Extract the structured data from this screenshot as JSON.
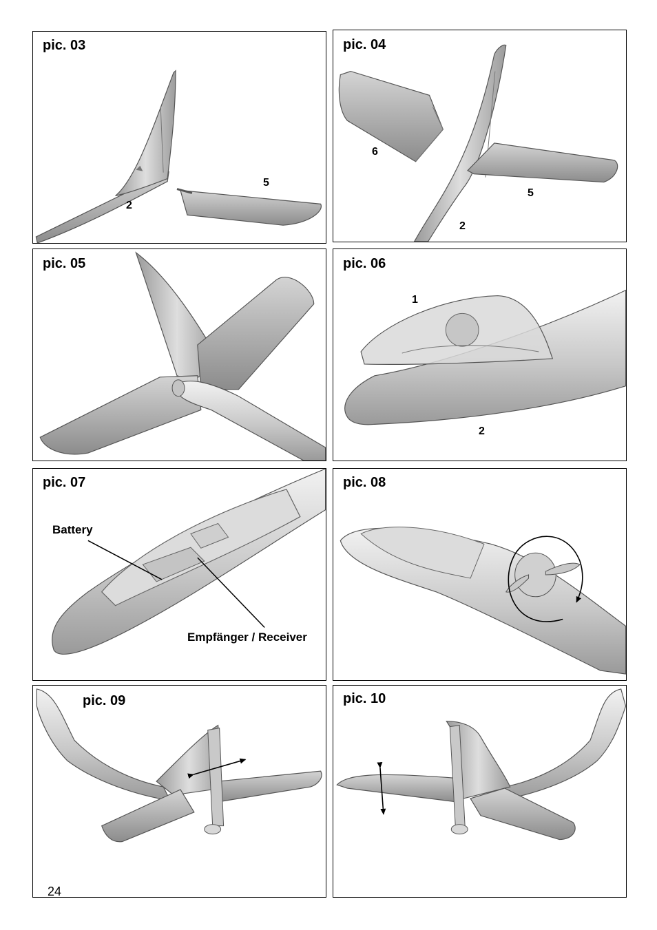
{
  "panels": {
    "p03": {
      "title": "pic. 03",
      "labels": [
        "2",
        "5"
      ]
    },
    "p04": {
      "title": "pic. 04",
      "labels": [
        "6",
        "5",
        "2"
      ]
    },
    "p05": {
      "title": "pic. 05"
    },
    "p06": {
      "title": "pic. 06",
      "labels": [
        "1",
        "2"
      ]
    },
    "p07": {
      "title": "pic. 07",
      "labels": [
        "Battery",
        "Empfänger / Receiver"
      ]
    },
    "p08": {
      "title": "pic. 08"
    },
    "p09": {
      "title": "pic. 09"
    },
    "p10": {
      "title": "pic. 10"
    }
  },
  "page_number": "24",
  "colors": {
    "part_fill": "#b9b9b9",
    "part_dark": "#8f8f8f",
    "part_light": "#dcdcdc",
    "outline": "#555555"
  }
}
